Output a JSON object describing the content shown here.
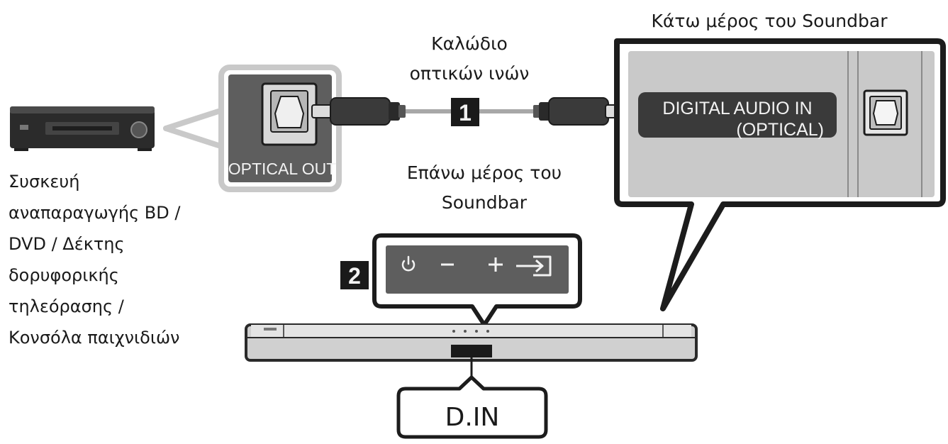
{
  "labels": {
    "bottom_of_soundbar": "Κάτω μέρος του Soundbar",
    "cable_line1": "Καλώδιο",
    "cable_line2": "οπτικών ινών",
    "top_of_soundbar_line1": "Επάνω μέρος του",
    "top_of_soundbar_line2": "Soundbar",
    "device_lines": [
      "Συσκευή",
      "αναπαραγωγής BD /",
      "DVD / Δέκτης",
      "δορυφορικής",
      "τηλεόρασης /",
      "Κονσόλα παιχνιδιών"
    ],
    "optical_out": "OPTICAL OUT",
    "digital_in_line1": "DIGITAL AUDIO IN",
    "digital_in_line2": "(OPTICAL)",
    "step1": "1",
    "step2": "2",
    "display": "D.IN"
  },
  "icons": {
    "power": "power-icon",
    "minus": "volume-down-icon",
    "plus": "volume-up-icon",
    "source": "source-input-icon"
  },
  "colors": {
    "panel_bg": "#c9c9c9",
    "outline": "#2a2a2a",
    "label_bg": "#3a3a3a",
    "badge": "#1a1a1a"
  }
}
